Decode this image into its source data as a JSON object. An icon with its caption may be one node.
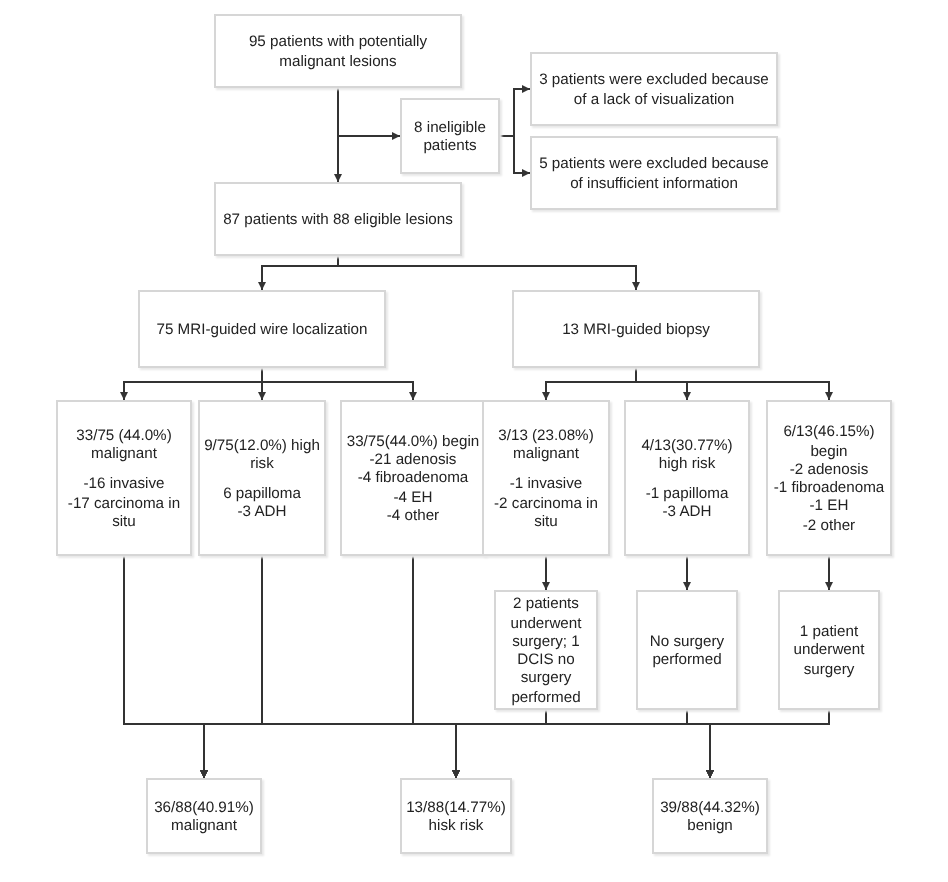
{
  "diagram": {
    "nodes": [
      {
        "text": [
          "95 patients with potentially malignant lesions"
        ]
      },
      {
        "text": [
          "8 ineligible patients"
        ]
      },
      {
        "text": [
          "3 patients were excluded because of a lack of visualization"
        ]
      },
      {
        "text": [
          "5 patients were excluded because of insufficient information"
        ]
      },
      {
        "text": [
          "87 patients with 88 eligible lesions"
        ]
      },
      {
        "text": [
          "75 MRI-guided wire localization"
        ]
      },
      {
        "text": [
          "13 MRI-guided biopsy"
        ]
      },
      {
        "text": [
          "33/75 (44.0%) malignant",
          "-16 invasive",
          "-17 carcinoma in situ"
        ]
      },
      {
        "text": [
          "9/75(12.0%) high risk",
          "6 papilloma",
          "-3 ADH"
        ]
      },
      {
        "text": [
          "33/75(44.0%) begin",
          "-21 adenosis",
          "-4 fibroadenoma",
          "-4 EH",
          "-4 other"
        ]
      },
      {
        "text": [
          "3/13 (23.08%) malignant",
          "-1 invasive",
          "-2 carcinoma in situ"
        ]
      },
      {
        "text": [
          "4/13(30.77%) high risk",
          "-1 papilloma",
          "-3 ADH"
        ]
      },
      {
        "text": [
          "6/13(46.15%) begin",
          "-2 adenosis",
          "-1 fibroadenoma",
          "-1 EH",
          "-2 other"
        ]
      },
      {
        "text": [
          "2 patients underwent surgery; 1 DCIS no surgery performed"
        ]
      },
      {
        "text": [
          "No surgery performed"
        ]
      },
      {
        "text": [
          "1 patient underwent surgery"
        ]
      },
      {
        "text": [
          "36/88(40.91%) malignant"
        ]
      },
      {
        "text": [
          "13/88(14.77%) hisk risk"
        ]
      },
      {
        "text": [
          "39/88(44.32%) benign"
        ]
      }
    ],
    "edges": [
      {
        "from": 0,
        "to": 4,
        "arrow": "to"
      },
      {
        "from": 0,
        "to": 1,
        "arrow": "to"
      },
      {
        "from": 1,
        "to": 2,
        "arrow": "to"
      },
      {
        "from": 1,
        "to": 3,
        "arrow": "to"
      },
      {
        "from": 4,
        "to": 5,
        "arrow": "to"
      },
      {
        "from": 4,
        "to": 6,
        "arrow": "to"
      },
      {
        "from": 5,
        "to": 7,
        "arrow": "to"
      },
      {
        "from": 5,
        "to": 8,
        "arrow": "to"
      },
      {
        "from": 5,
        "to": 9,
        "arrow": "to"
      },
      {
        "from": 6,
        "to": 10,
        "arrow": "to"
      },
      {
        "from": 6,
        "to": 11,
        "arrow": "to"
      },
      {
        "from": 6,
        "to": 12,
        "arrow": "to"
      },
      {
        "from": 10,
        "to": 13,
        "arrow": "to"
      },
      {
        "from": 11,
        "to": 14,
        "arrow": "to"
      },
      {
        "from": 12,
        "to": 15,
        "arrow": "to"
      },
      {
        "from": 7,
        "to": 16,
        "arrow": "to"
      },
      {
        "from": 7,
        "to": 17,
        "arrow": "to"
      },
      {
        "from": 7,
        "to": 18,
        "arrow": "to"
      },
      {
        "from": 8,
        "to": 16,
        "arrow": "to"
      },
      {
        "from": 8,
        "to": 17,
        "arrow": "to"
      },
      {
        "from": 8,
        "to": 18,
        "arrow": "to"
      },
      {
        "from": 9,
        "to": 16,
        "arrow": "to"
      },
      {
        "from": 9,
        "to": 17,
        "arrow": "to"
      },
      {
        "from": 9,
        "to": 18,
        "arrow": "to"
      },
      {
        "from": 13,
        "to": 16,
        "arrow": "to"
      },
      {
        "from": 13,
        "to": 17,
        "arrow": "to"
      },
      {
        "from": 13,
        "to": 18,
        "arrow": "to"
      },
      {
        "from": 14,
        "to": 16,
        "arrow": "to"
      },
      {
        "from": 14,
        "to": 17,
        "arrow": "to"
      },
      {
        "from": 14,
        "to": 18,
        "arrow": "to"
      },
      {
        "from": 15,
        "to": 16,
        "arrow": "to"
      },
      {
        "from": 15,
        "to": 17,
        "arrow": "to"
      },
      {
        "from": 15,
        "to": 18,
        "arrow": "to"
      }
    ]
  }
}
